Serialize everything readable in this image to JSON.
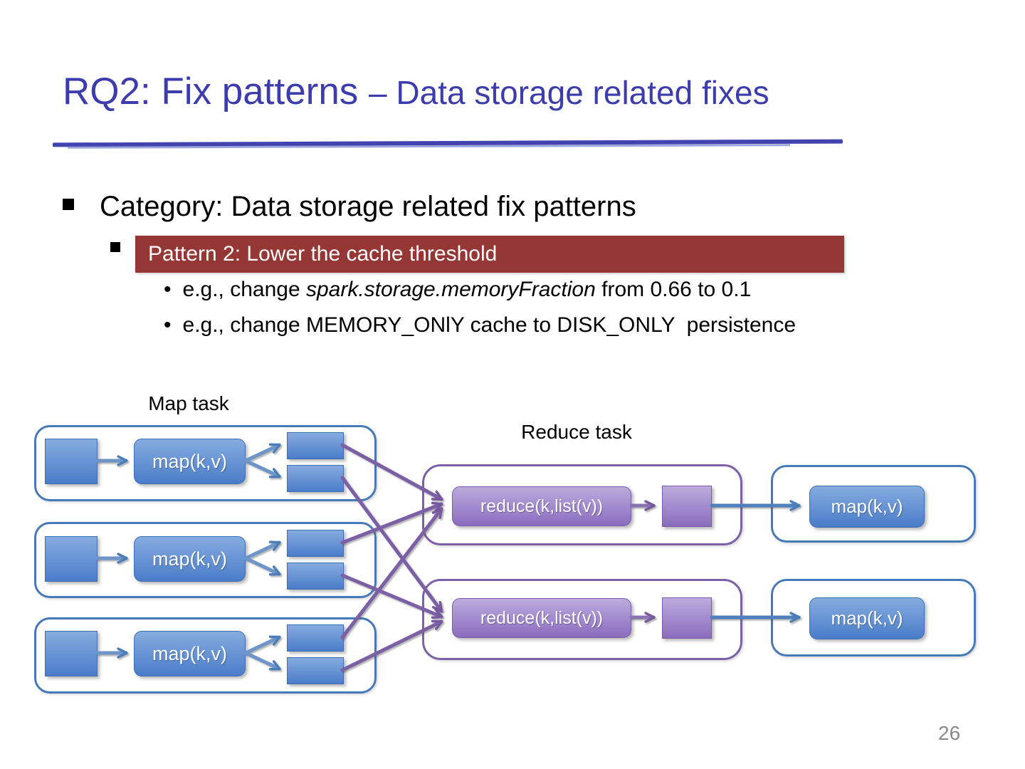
{
  "slide": {
    "title_main": "RQ2: Fix patterns ",
    "title_sub": "– Data storage related fixes",
    "category_text": "Category: Data storage related fix patterns",
    "pattern_banner": "Pattern 2: Lower the cache threshold",
    "example1_prefix": "e.g., change ",
    "example1_italic": "spark.storage.memoryFraction",
    "example1_suffix": " from 0.66 to 0.1",
    "example2": "e.g., change MEMORY_ONlY cache to DISK_ONLY  persistence",
    "bullet_dot": "•",
    "page_number": "26"
  },
  "diagram": {
    "map_task_label": "Map task",
    "reduce_task_label": "Reduce task",
    "map_box_label": "map(k,v)",
    "reduce_box_label": "reduce(k,list(v))",
    "colors": {
      "title_blue": "#3c3cac",
      "banner_red": "#953734",
      "blue_box_top": "#85acdf",
      "blue_box_bottom": "#4a7cc8",
      "blue_border": "#4579b8",
      "purple_box_top": "#bcabde",
      "purple_box_bottom": "#8a6dbd",
      "purple_border": "#7c60a8",
      "connector_purple": "#7b61a6",
      "page_number_gray": "#8a8a8a"
    }
  }
}
